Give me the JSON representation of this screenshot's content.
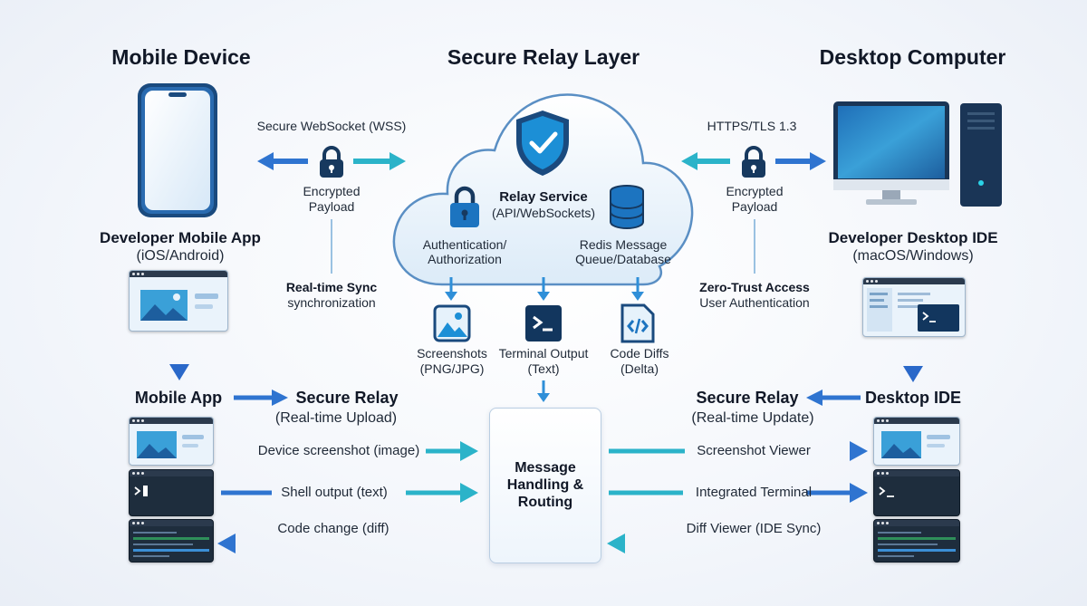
{
  "titles": {
    "mobile": "Mobile Device",
    "relay": "Secure Relay Layer",
    "desktop": "Desktop Computer"
  },
  "left_link": {
    "protocol": "Secure WebSocket (WSS)",
    "payload_line1": "Encrypted",
    "payload_line2": "Payload",
    "sync_line1": "Real-time Sync",
    "sync_line2": "synchronization"
  },
  "right_link": {
    "protocol": "HTTPS/TLS 1.3",
    "payload_line1": "Encrypted",
    "payload_line2": "Payload",
    "access_line1": "Zero-Trust Access",
    "access_line2": "User Authentication"
  },
  "mobile_app": {
    "name": "Developer Mobile App",
    "platform": "(iOS/Android)"
  },
  "desktop_app": {
    "name": "Developer Desktop IDE",
    "platform": "(macOS/Windows)"
  },
  "cloud": {
    "service_name": "Relay Service",
    "service_sub": "(API/WebSockets)",
    "auth_line1": "Authentication/",
    "auth_line2": "Authorization",
    "queue_line1": "Redis Message",
    "queue_line2": "Queue/Database"
  },
  "payloads": [
    {
      "icon": "image-icon",
      "line1": "Screenshots",
      "line2": "(PNG/JPG)"
    },
    {
      "icon": "terminal-icon",
      "line1": "Terminal Output",
      "line2": "(Text)"
    },
    {
      "icon": "code-icon",
      "line1": "Code Diffs",
      "line2": "(Delta)"
    }
  ],
  "left_flow": {
    "from": "Mobile App",
    "to": "Secure Relay",
    "note": "(Real-time Upload)"
  },
  "right_flow": {
    "from": "Desktop IDE",
    "to": "Secure Relay",
    "note": "(Real-time Update)"
  },
  "hub": {
    "line1": "Message",
    "line2": "Handling &",
    "line3": "Routing"
  },
  "left_rows": [
    "Device screenshot (image)",
    "Shell output (text)",
    "Code change (diff)"
  ],
  "right_rows": [
    "Screenshot Viewer",
    "Integrated Terminal",
    "Diff Viewer (IDE Sync)"
  ],
  "colors": {
    "arrow_blue": "#2f74d0",
    "arrow_cyan": "#2bb3c9",
    "navy": "#12365e",
    "shield": "#1c8fd6"
  }
}
